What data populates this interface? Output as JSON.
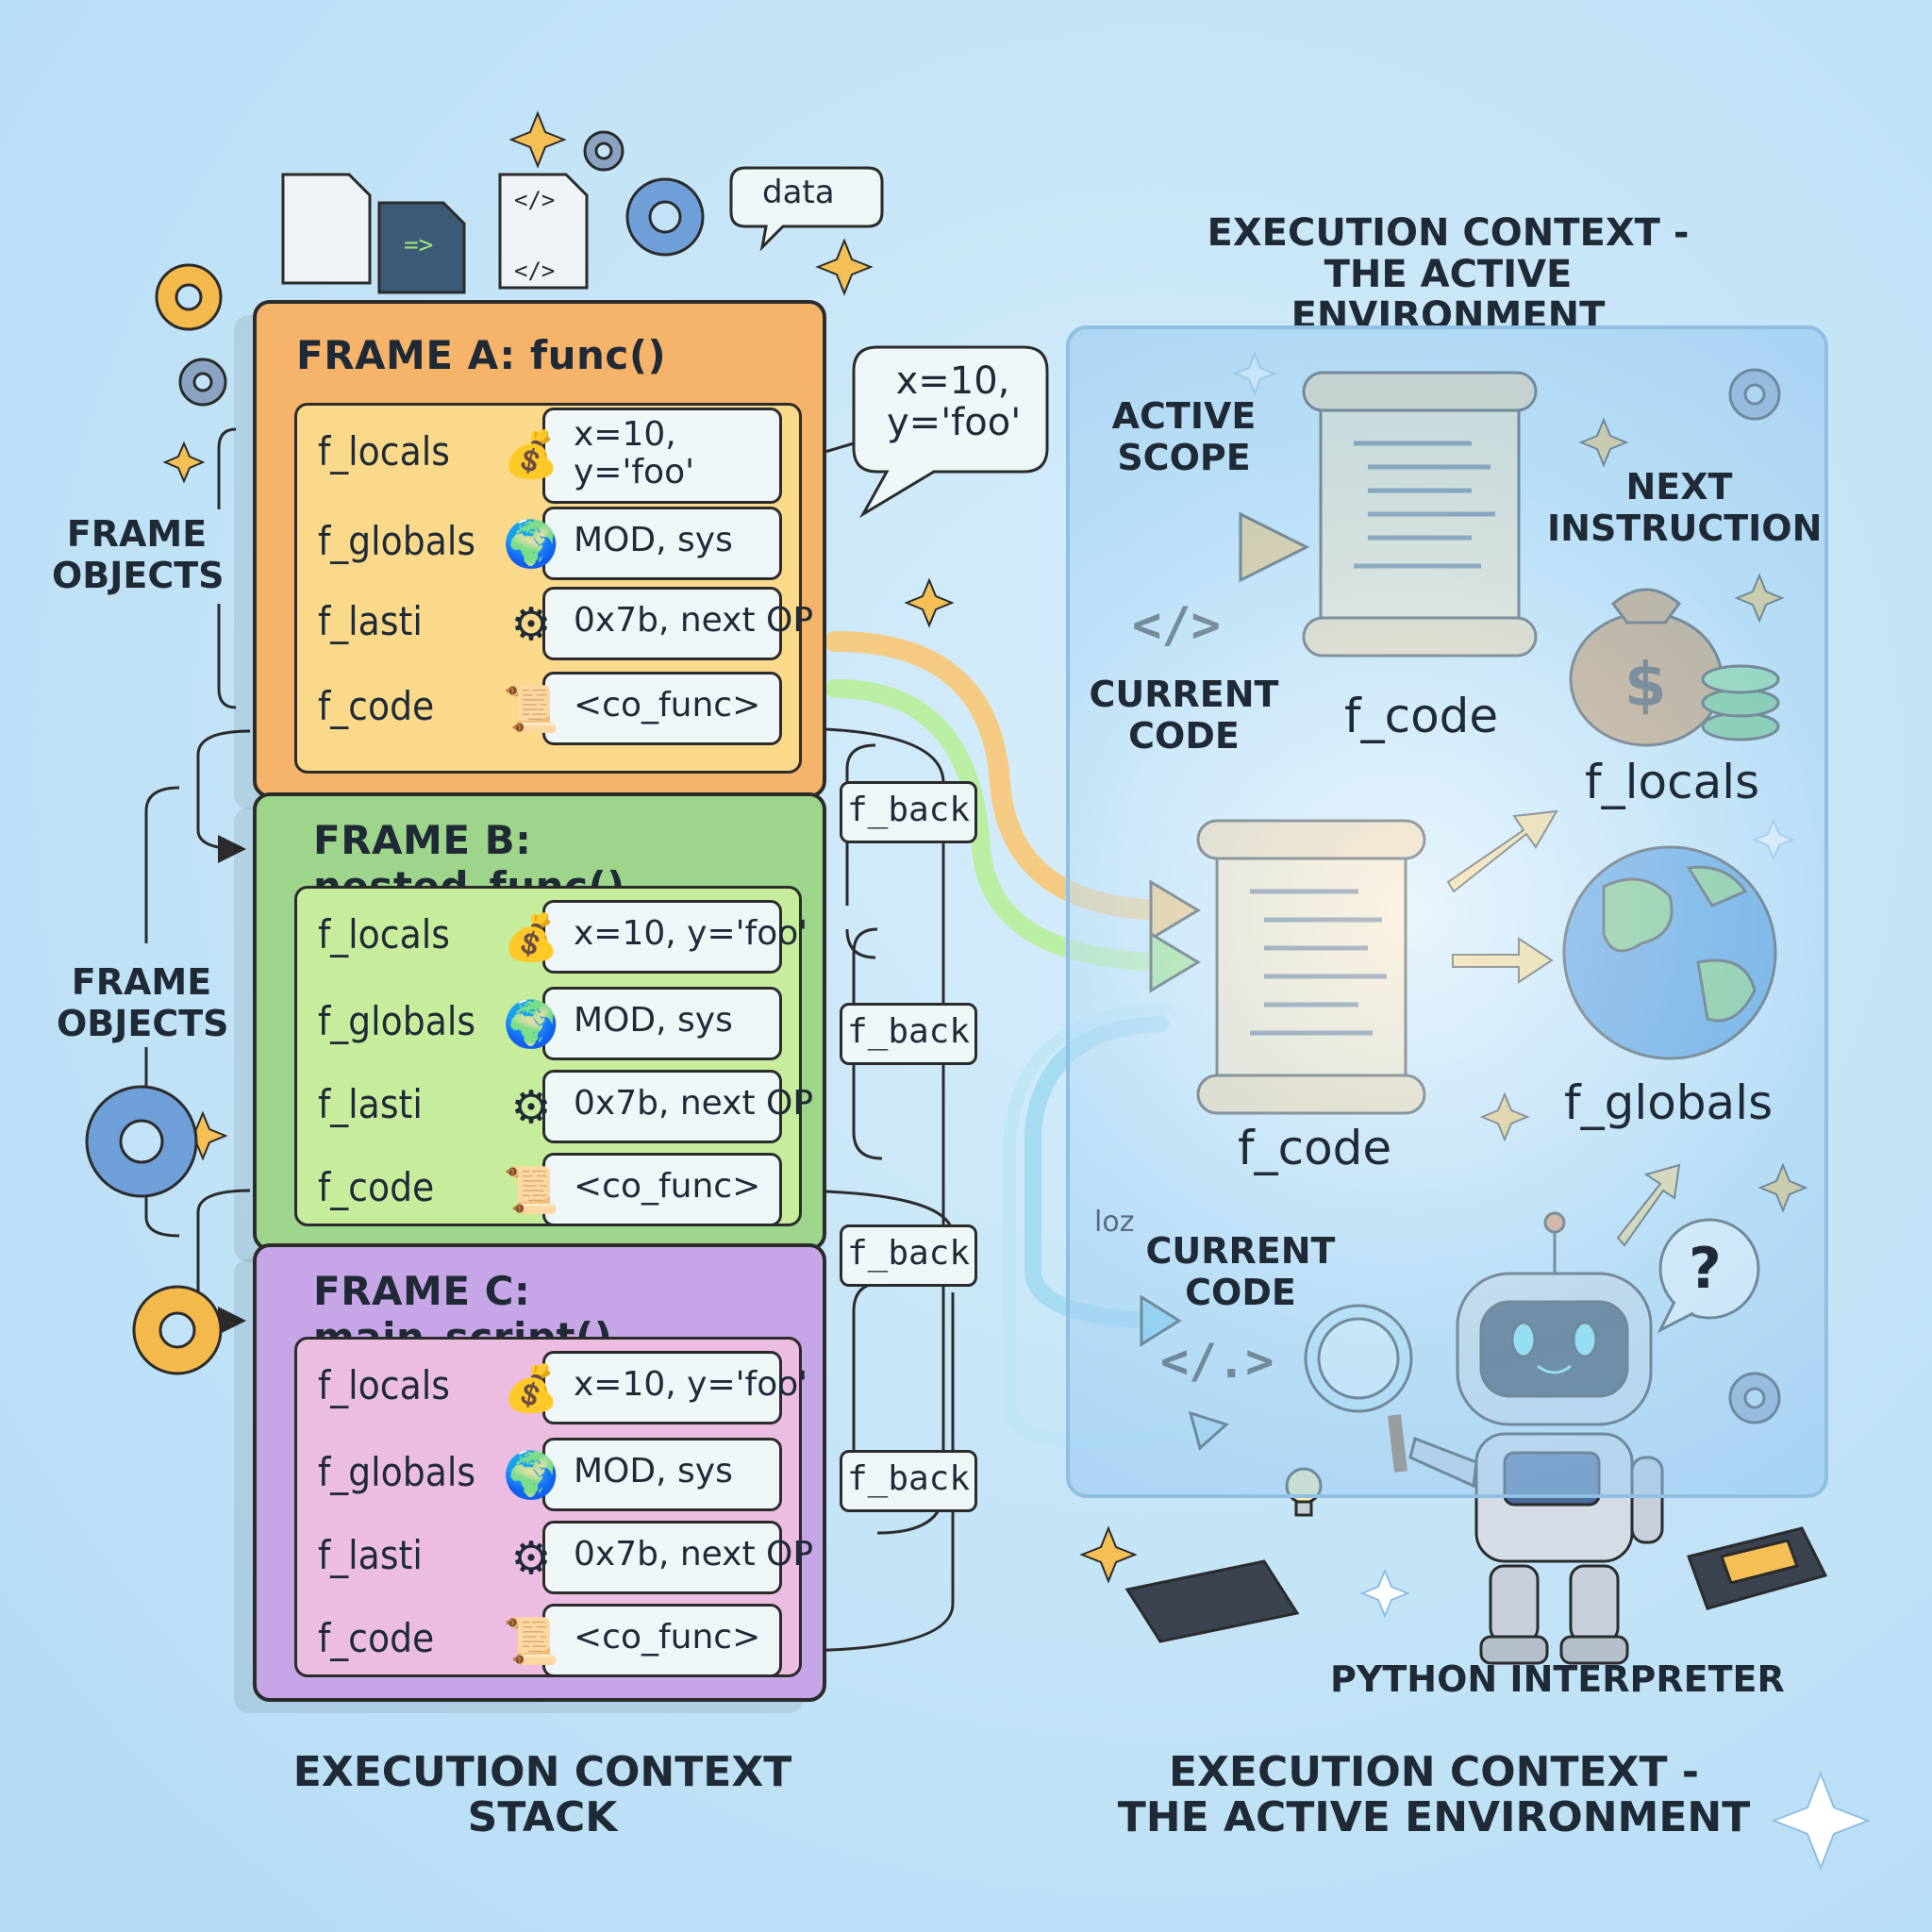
{
  "left": {
    "frame_objects_label_1": "FRAME\nOBJECTS",
    "frame_objects_label_2": "FRAME\nOBJECTS",
    "stack_caption": "EXECUTION CONTEXT\nSTACK",
    "data_bubble": "data"
  },
  "frames": [
    {
      "title": "FRAME A: func()",
      "color": "#f6b36a",
      "inner_color": "#fad98a",
      "rows": [
        {
          "name": "f_locals",
          "value": "x=10,\ny='foo'",
          "icon": "money-bag-icon"
        },
        {
          "name": "f_globals",
          "value": "MOD, sys",
          "icon": "globe-icon"
        },
        {
          "name": "f_lasti",
          "value": "0x7b, next OP",
          "icon": "gear-icon"
        },
        {
          "name": "f_code",
          "value": "<co_func>",
          "icon": "scroll-icon"
        }
      ]
    },
    {
      "title": "FRAME B: nested_func()",
      "color": "#9dd68a",
      "inner_color": "#c7ec9c",
      "rows": [
        {
          "name": "f_locals",
          "value": "x=10, y='foo'",
          "icon": "money-bag-icon"
        },
        {
          "name": "f_globals",
          "value": "MOD, sys",
          "icon": "globe-icon"
        },
        {
          "name": "f_lasti",
          "value": "0x7b, next OP",
          "icon": "gear-icon"
        },
        {
          "name": "f_code",
          "value": "<co_func>",
          "icon": "scroll-icon"
        }
      ]
    },
    {
      "title": "FRAME C: main_script()",
      "color": "#c7a6e8",
      "inner_color": "#ecbde0",
      "rows": [
        {
          "name": "f_locals",
          "value": "x=10, y='foo'",
          "icon": "money-bag-icon"
        },
        {
          "name": "f_globals",
          "value": "MOD, sys",
          "icon": "globe-icon"
        },
        {
          "name": "f_lasti",
          "value": "0x7b, next OP",
          "icon": "gear-icon"
        },
        {
          "name": "f_code",
          "value": "<co_func>",
          "icon": "scroll-icon"
        }
      ]
    }
  ],
  "f_back_label": "f_back",
  "callout": "x=10,\ny='foo'",
  "right": {
    "top_title": "EXECUTION CONTEXT -\nTHE ACTIVE ENVIRONMENT",
    "bottom_title": "EXECUTION CONTEXT -\nTHE ACTIVE ENVIRONMENT",
    "active_scope": "ACTIVE\nSCOPE",
    "current_code_1": "CURRENT\nCODE",
    "current_code_2": "CURRENT\nCODE",
    "next_instruction": "NEXT\nINSTRUCTION",
    "f_code_top": "f_code",
    "f_code_center": "f_code",
    "f_locals": "f_locals",
    "f_globals": "f_globals",
    "interpreter": "PYTHON INTERPRETER",
    "question_mark": "?",
    "loz": "loz"
  },
  "colors": {
    "background": "#c2e3f7",
    "frame_a": "#f6b36a",
    "frame_b": "#9dd68a",
    "frame_c": "#c7a6e8",
    "arrow_orange": "#f8c877",
    "arrow_green": "#b8ee9e",
    "arrow_blue": "#a5dcf2"
  }
}
